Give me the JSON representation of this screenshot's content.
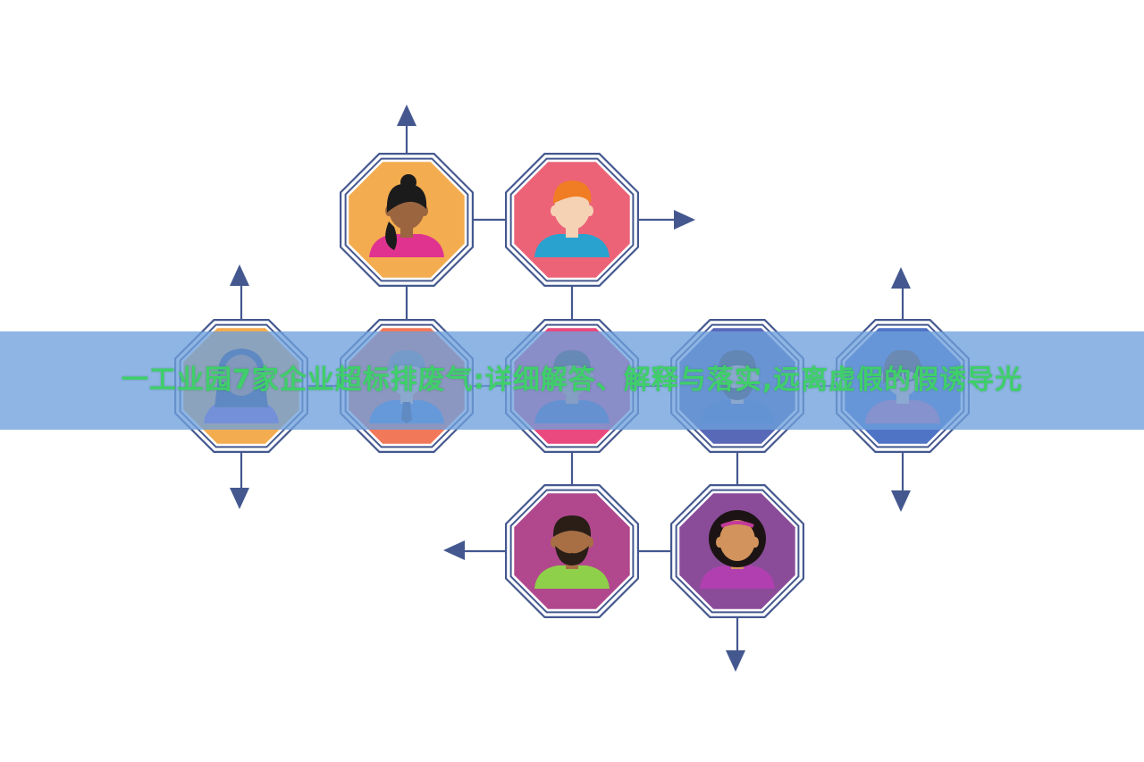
{
  "banner": {
    "title": "一工业园7家企业超标排废气:详细解答、解释与落实,远离虚假的假诱导光"
  },
  "colors": {
    "line": "#44588f",
    "ring": "#44588f",
    "banner_bg": "#6ea0dc",
    "banner_text": "#3fcf6a"
  },
  "nodes": [
    {
      "id": "woman-bun",
      "fill": "#f3ac4f",
      "skin": "#9b6540",
      "hair": "#1b1b1b",
      "shirt": "#e0338f",
      "icon": "woman-avatar-icon"
    },
    {
      "id": "man-orange",
      "fill": "#ec6378",
      "skin": "#f6d2b4",
      "hair": "#f07c24",
      "shirt": "#2aa2cf",
      "icon": "man-avatar-icon"
    },
    {
      "id": "woman-long",
      "fill": "#f3ac4f",
      "skin": "#c6824f",
      "hair": "#2b3a64",
      "shirt": "#8a57c7",
      "icon": "woman-avatar-icon"
    },
    {
      "id": "man-tie",
      "fill": "#f2785a",
      "skin": "#f0c3a0",
      "hair": "#8b8b8b",
      "shirt": "#4a80d0",
      "icon": "businessman-avatar-icon"
    },
    {
      "id": "man-center",
      "fill": "#e9497e",
      "skin": "#d49a6e",
      "hair": "#4e3a2a",
      "shirt": "#4b5da8",
      "icon": "man-avatar-icon"
    },
    {
      "id": "man-beard",
      "fill": "#5869b8",
      "skin": "#f0c4a0",
      "hair": "#3a2f2a",
      "shirt": "#3f66b6",
      "icon": "bearded-man-avatar-icon"
    },
    {
      "id": "woman-glasses",
      "fill": "#4f74c6",
      "skin": "#f1caa8",
      "hair": "#5a3b28",
      "shirt": "#d85f95",
      "icon": "woman-glasses-avatar-icon"
    },
    {
      "id": "man-beard-2",
      "fill": "#b1488d",
      "skin": "#a86f45",
      "hair": "#2a1e17",
      "shirt": "#8fd04a",
      "icon": "man-avatar-icon"
    },
    {
      "id": "woman-afro",
      "fill": "#8a4c98",
      "skin": "#d3935d",
      "hair": "#1c1414",
      "shirt": "#b13fb0",
      "icon": "woman-afro-avatar-icon"
    }
  ]
}
